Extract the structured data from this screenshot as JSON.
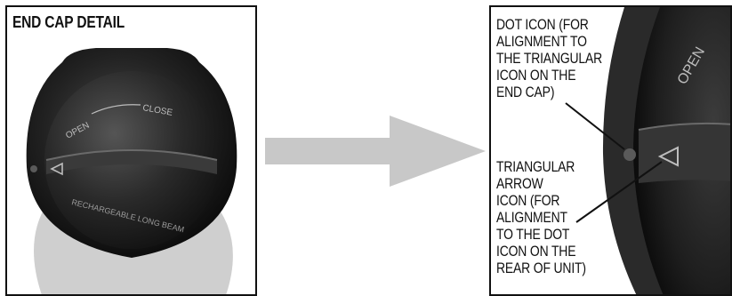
{
  "left_panel": {
    "title": "END CAP DETAIL",
    "cap_text_open": "OPEN",
    "cap_text_close": "CLOSE",
    "cap_text_rim": "RECHARGEABLE LONG BEAM"
  },
  "right_panel": {
    "dot_callout": [
      "DOT ICON (FOR",
      "ALIGNMENT TO",
      "THE TRIANGULAR",
      "ICON ON THE",
      "END CAP)"
    ],
    "triangle_callout": [
      "TRIANGULAR",
      "ARROW",
      "ICON (FOR",
      "ALIGNMENT",
      "TO THE DOT",
      "ICON ON THE",
      "REAR OF UNIT)"
    ],
    "cap_text_open": "OPEN"
  },
  "colors": {
    "border": "#111111",
    "arrow": "#c8c8c8",
    "cap_dark": "#1a1a1a",
    "cap_mid": "#2d2d2d"
  }
}
